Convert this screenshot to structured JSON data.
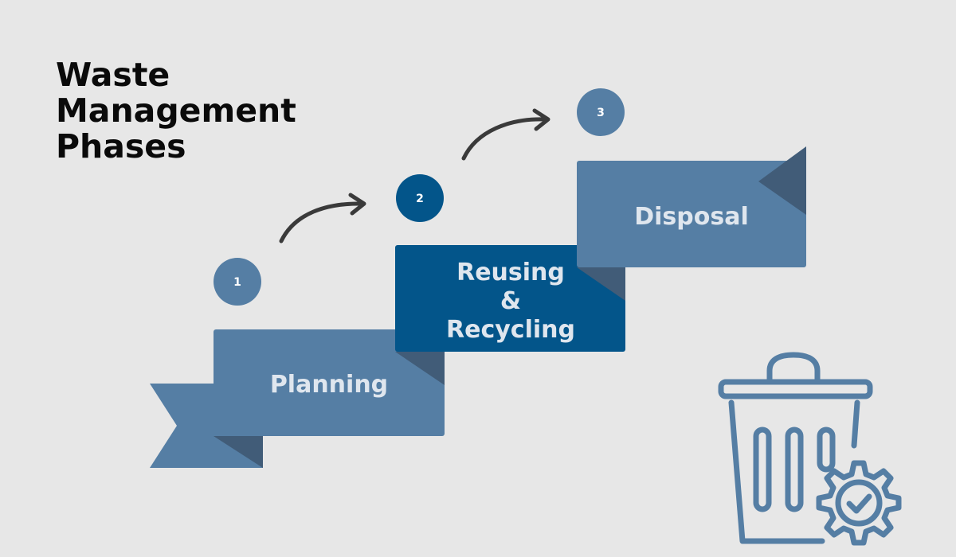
{
  "title": {
    "line1": "Waste",
    "line2": "Management",
    "line3": "Phases"
  },
  "steps": [
    {
      "number": "1",
      "label": "Planning"
    },
    {
      "number": "2",
      "label_line1": "Reusing",
      "label_line2": "&",
      "label_line3": "Recycling"
    },
    {
      "number": "3",
      "label": "Disposal"
    }
  ],
  "icons": {
    "trash": "trash-bin-gear-check-icon",
    "arrow": "curved-arrow-icon"
  },
  "colors": {
    "background": "#e7e7e7",
    "light_blue": "#557ea4",
    "dark_blue": "#03558a",
    "fold_shadow": "#415c78",
    "icon_stroke": "#557ea4"
  }
}
